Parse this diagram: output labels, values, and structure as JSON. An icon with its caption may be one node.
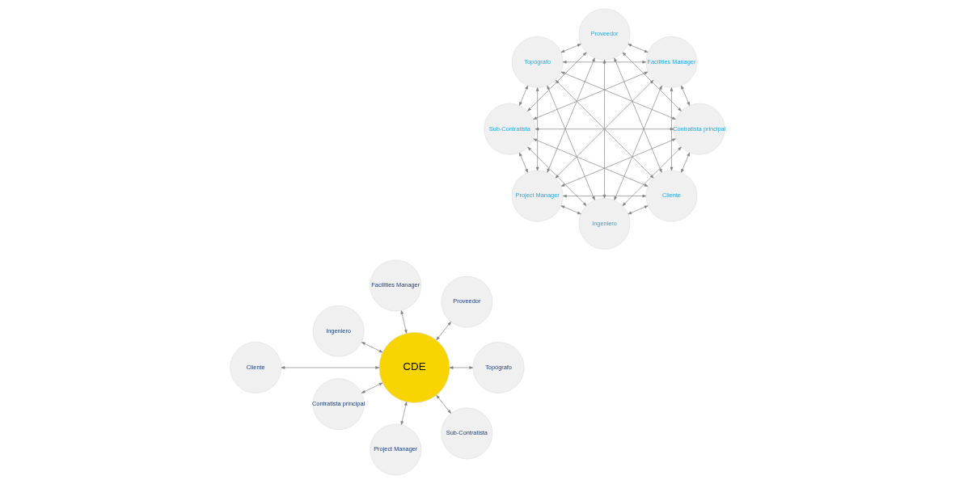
{
  "diagram": {
    "nodes": [
      {
        "text": [
          "Cliente"
        ]
      },
      {
        "text": [
          "Contratista principal"
        ]
      },
      {
        "text": [
          "Project Manager"
        ]
      },
      {
        "text": [
          "Sub-Contratista"
        ]
      },
      {
        "text": [
          "Topógrafo"
        ]
      },
      {
        "text": [
          "Proveedor"
        ]
      },
      {
        "text": [
          "Facilities Manager"
        ]
      },
      {
        "text": [
          "Ingeniero"
        ]
      },
      {
        "text": [
          "Cliente"
        ]
      },
      {
        "text": [
          "Contratista principal"
        ]
      },
      {
        "text": [
          "Project Manager"
        ]
      },
      {
        "text": [
          "Sub-Contratista"
        ]
      },
      {
        "text": [
          "CDE"
        ]
      },
      {
        "text": [
          "Topógrafo"
        ]
      },
      {
        "text": [
          "Proveedor"
        ]
      },
      {
        "text": [
          "Facilities Manager"
        ]
      },
      {
        "text": [
          "Ingeniero"
        ]
      }
    ],
    "edges": [
      {
        "from": 0,
        "to": 1,
        "arrow": "both"
      },
      {
        "from": 0,
        "to": 2,
        "arrow": "both"
      },
      {
        "from": 0,
        "to": 3,
        "arrow": "both"
      },
      {
        "from": 0,
        "to": 4,
        "arrow": "both"
      },
      {
        "from": 0,
        "to": 5,
        "arrow": "both"
      },
      {
        "from": 0,
        "to": 6,
        "arrow": "both"
      },
      {
        "from": 0,
        "to": 7,
        "arrow": "both"
      },
      {
        "from": 1,
        "to": 2,
        "arrow": "both"
      },
      {
        "from": 1,
        "to": 3,
        "arrow": "both"
      },
      {
        "from": 1,
        "to": 4,
        "arrow": "both"
      },
      {
        "from": 1,
        "to": 5,
        "arrow": "both"
      },
      {
        "from": 1,
        "to": 6,
        "arrow": "both"
      },
      {
        "from": 1,
        "to": 7,
        "arrow": "both"
      },
      {
        "from": 2,
        "to": 3,
        "arrow": "both"
      },
      {
        "from": 2,
        "to": 4,
        "arrow": "both"
      },
      {
        "from": 2,
        "to": 5,
        "arrow": "both"
      },
      {
        "from": 2,
        "to": 6,
        "arrow": "both"
      },
      {
        "from": 2,
        "to": 7,
        "arrow": "both"
      },
      {
        "from": 3,
        "to": 4,
        "arrow": "both"
      },
      {
        "from": 3,
        "to": 5,
        "arrow": "both"
      },
      {
        "from": 3,
        "to": 6,
        "arrow": "both"
      },
      {
        "from": 3,
        "to": 7,
        "arrow": "both"
      },
      {
        "from": 4,
        "to": 5,
        "arrow": "both"
      },
      {
        "from": 4,
        "to": 6,
        "arrow": "both"
      },
      {
        "from": 4,
        "to": 7,
        "arrow": "both"
      },
      {
        "from": 5,
        "to": 6,
        "arrow": "both"
      },
      {
        "from": 5,
        "to": 7,
        "arrow": "both"
      },
      {
        "from": 6,
        "to": 7,
        "arrow": "both"
      },
      {
        "from": 8,
        "to": 12,
        "arrow": "both"
      },
      {
        "from": 9,
        "to": 12,
        "arrow": "both"
      },
      {
        "from": 10,
        "to": 12,
        "arrow": "both"
      },
      {
        "from": 11,
        "to": 12,
        "arrow": "both"
      },
      {
        "from": 13,
        "to": 12,
        "arrow": "both"
      },
      {
        "from": 14,
        "to": 12,
        "arrow": "both"
      },
      {
        "from": 15,
        "to": 12,
        "arrow": "both"
      },
      {
        "from": 16,
        "to": 12,
        "arrow": "both"
      }
    ]
  }
}
